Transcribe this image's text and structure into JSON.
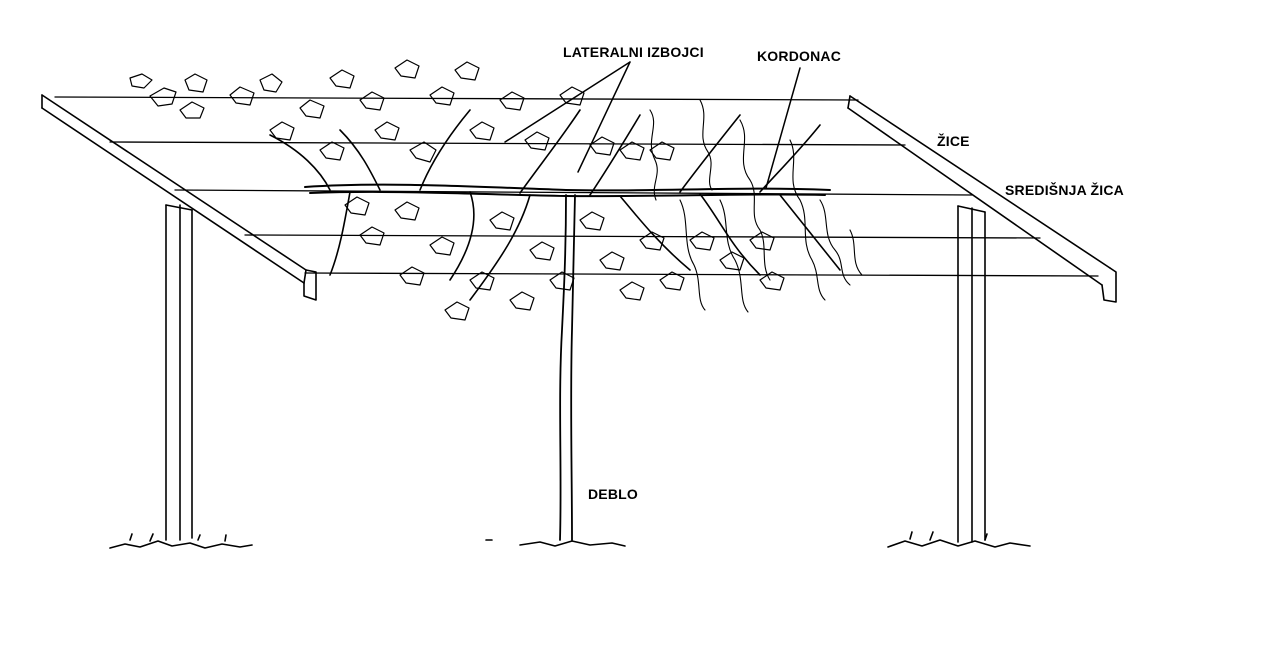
{
  "labels": {
    "lateral_shoots": "LATERALNI IZBOJCI",
    "cordon": "KORDONAC",
    "wires": "ŽICE",
    "center_wire": "SREDIŠNJA ŽICA",
    "trunk": "DEBLO"
  },
  "colors": {
    "ink": "#000000",
    "background": "#ffffff"
  }
}
